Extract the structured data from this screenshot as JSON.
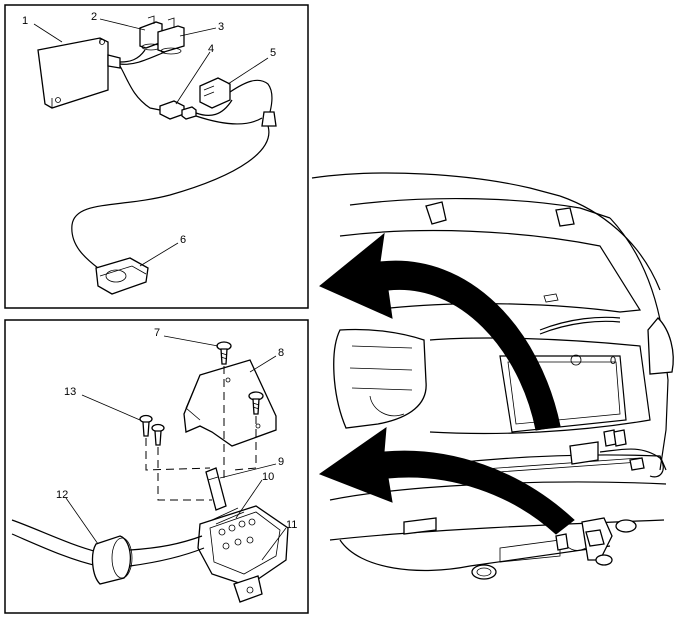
{
  "callouts": {
    "c1": "1",
    "c2": "2",
    "c3": "3",
    "c4": "4",
    "c5": "5",
    "c6": "6",
    "c7": "7",
    "c8": "8",
    "c9": "9",
    "c10": "10",
    "c11": "11",
    "c12": "12",
    "c13": "13"
  },
  "badge_text": "0",
  "colors": {
    "line": "#000000",
    "background": "#ffffff",
    "arrow": "#000000"
  }
}
